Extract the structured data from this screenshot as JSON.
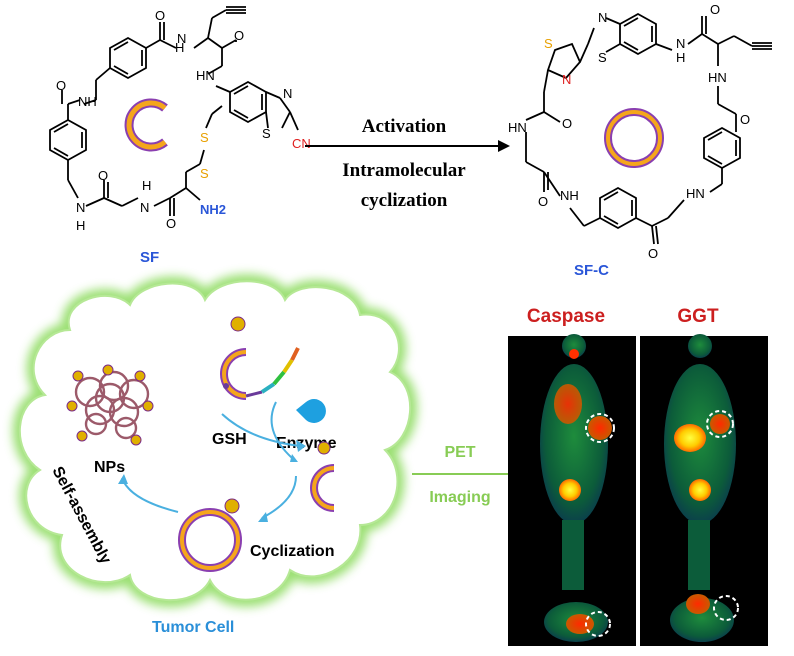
{
  "molecule_left": {
    "name": "SF",
    "atom_labels": [
      "H",
      "N",
      "O",
      "O",
      "HN",
      "NH",
      "O",
      "N",
      "S",
      "S",
      "S",
      "CN",
      "O",
      "H",
      "N",
      "NH2",
      "H",
      "N",
      "O"
    ]
  },
  "molecule_right": {
    "name": "SF-C",
    "atom_labels": [
      "N",
      "S",
      "S",
      "N",
      "N",
      "H",
      "O",
      "HN",
      "O",
      "O",
      "HN",
      "NH",
      "HN",
      "O",
      "O"
    ]
  },
  "reaction": {
    "line1": "Activation",
    "line2": "Intramolecular",
    "line3": "cyclization"
  },
  "cell": {
    "label": "Tumor  Cell",
    "nps": "NPs",
    "gsh": "GSH",
    "enzyme": "Enzyme",
    "cyclization": "Cyclization",
    "self_assembly": "Self-assembly"
  },
  "pet": {
    "line1": "PET",
    "line2": "Imaging"
  },
  "imaging": {
    "left_title": "Caspase",
    "right_title": "GGT"
  },
  "colors": {
    "ring_orange": "#f5a61b",
    "ring_purple": "#8a3fb0",
    "blue_label": "#2a56d8",
    "red_label": "#cc1f1f",
    "cell_glow": "#8fdc62",
    "pet_green": "#88cc55",
    "tumor_label": "#2a8fd8",
    "np_color": "#9c5a6a"
  }
}
